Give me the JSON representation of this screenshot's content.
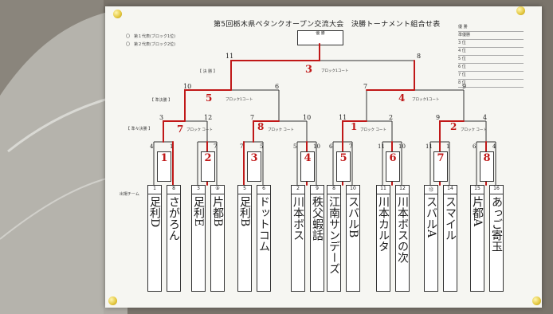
{
  "title": "第5回栃木県ペタンクオープン交流大会　決勝トーナメント組合せ表",
  "legend": [
    "〇　第１代表(ブロック1位)",
    "〇　第２代表(ブロック2位)"
  ],
  "champion_label": "優 勝",
  "final_label": "【 決 勝 】",
  "rank_list": [
    "優 勝",
    "準優勝",
    "3 位",
    "4 位",
    "5 位",
    "6 位",
    "7 位",
    "8 位"
  ],
  "round_labels": {
    "semi": "【 準決勝 】",
    "quarter": "【 準々決勝 】"
  },
  "court_label": "ブロック コート",
  "final": {
    "left_num": "11",
    "right_num": "8",
    "red": "3",
    "court": "ブロック1コート"
  },
  "semis": [
    {
      "left_num": "10",
      "right_num": "6",
      "red": "5",
      "court": "ブロック1コート"
    },
    {
      "left_num": "7",
      "right_num": "9",
      "red": "4",
      "court": "ブロック1コート"
    }
  ],
  "quarters": [
    {
      "left_num": "3",
      "right_num": "12",
      "red": "7",
      "court": "ブロック コート"
    },
    {
      "left_num": "7",
      "right_num": "10",
      "red": "8",
      "court": "ブロック コート"
    },
    {
      "left_num": "11",
      "right_num": "2",
      "red": "1",
      "court": "ブロック コート"
    },
    {
      "left_num": "9",
      "right_num": "4",
      "red": "2",
      "court": "ブロック コート"
    }
  ],
  "first_round": [
    {
      "red": "1",
      "l": "4",
      "r": "1"
    },
    {
      "red": "2",
      "l": "",
      "r": "7"
    },
    {
      "red": "3",
      "l": "7",
      "r": "5"
    },
    {
      "red": "4",
      "l": "5",
      "r": "10"
    },
    {
      "red": "5",
      "l": "6",
      "r": "7"
    },
    {
      "red": "6",
      "l": "11",
      "r": "10"
    },
    {
      "red": "7",
      "l": "11",
      "r": "1"
    },
    {
      "red": "8",
      "l": "6",
      "r": "4"
    }
  ],
  "teams_label": "出場チーム",
  "teams": [
    {
      "num": "1",
      "name": "足利D"
    },
    {
      "num": "8",
      "name": "さがろん"
    },
    {
      "num": "3",
      "name": "足利E"
    },
    {
      "num": "⑨",
      "name": "片都B"
    },
    {
      "num": "5",
      "name": "足利B"
    },
    {
      "num": "6",
      "name": "ドットコム"
    },
    {
      "num": "2",
      "name": "川本ボス"
    },
    {
      "num": "9",
      "name": "秩父蝦話"
    },
    {
      "num": "8",
      "name": "江南サンデーズ"
    },
    {
      "num": "10",
      "name": "スバルB"
    },
    {
      "num": "11",
      "name": "川本カルタ"
    },
    {
      "num": "12",
      "name": "川本ボスの次"
    },
    {
      "num": "⑬",
      "name": "スバルA"
    },
    {
      "num": "14",
      "name": "スマイル"
    },
    {
      "num": "15",
      "name": "片都A"
    },
    {
      "num": "16",
      "name": "あっご寄玉"
    }
  ],
  "colors": {
    "ink_red": "#c01818",
    "paper": "#f6f6f2",
    "line": "#333333"
  }
}
